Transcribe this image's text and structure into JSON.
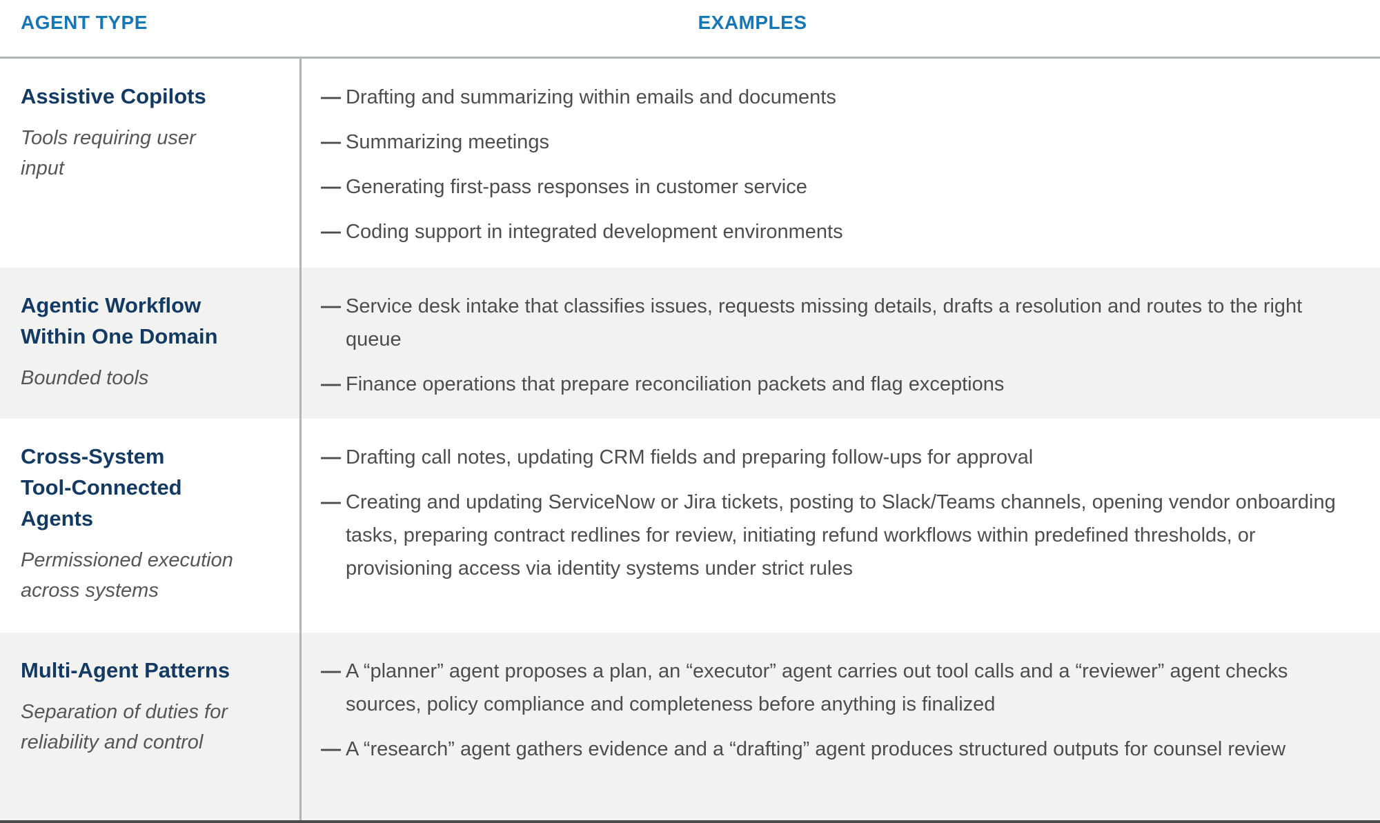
{
  "header": {
    "agent_type_label": "AGENT TYPE",
    "examples_label": "EXAMPLES"
  },
  "bullet_marker": "—",
  "colors": {
    "header_blue": "#1377b8",
    "title_navy": "#123a63",
    "body_gray": "#4d4d4d",
    "alt_row_bg": "#f2f2f1",
    "divider_gray": "#b2b5b7"
  },
  "rows": [
    {
      "title_lines": [
        "Assistive Copilots"
      ],
      "subtitle_lines": [
        "Tools requiring user",
        "input"
      ],
      "examples": [
        "Drafting and summarizing within emails and documents",
        "Summarizing meetings",
        "Generating first-pass responses in customer service",
        "Coding support in integrated development environments"
      ]
    },
    {
      "title_lines": [
        "Agentic Workflow",
        "Within One Domain"
      ],
      "subtitle_lines": [
        "Bounded tools"
      ],
      "examples": [
        "Service desk intake that classifies issues, requests missing details, drafts a resolution and routes to the right queue",
        "Finance operations that prepare reconciliation packets and flag exceptions"
      ]
    },
    {
      "title_lines": [
        "Cross-System",
        "Tool-Connected",
        "Agents"
      ],
      "subtitle_lines": [
        "Permissioned execution",
        "across systems"
      ],
      "examples": [
        "Drafting call notes, updating CRM fields and preparing follow-ups for approval",
        "Creating and updating ServiceNow or Jira tickets, posting to Slack/Teams channels, opening vendor onboarding tasks, preparing contract redlines for review, initiating refund workflows within predefined thresholds, or provisioning access via identity systems under strict rules"
      ]
    },
    {
      "title_lines": [
        "Multi-Agent Patterns"
      ],
      "subtitle_lines": [
        "Separation of duties for",
        "reliability and control"
      ],
      "examples": [
        "A “planner” agent proposes a plan, an “executor” agent carries out tool calls and a “reviewer” agent checks sources, policy compliance and completeness before anything is finalized",
        "A “research” agent gathers evidence and a “drafting” agent produces structured outputs for counsel review"
      ]
    }
  ]
}
